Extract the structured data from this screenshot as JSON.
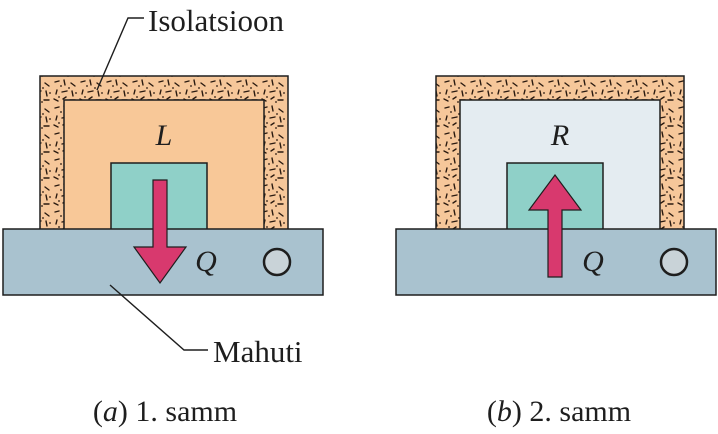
{
  "labels": {
    "insulation": "Isolatsioon",
    "reservoir": "Mahuti"
  },
  "panel_a": {
    "body_letter": "L",
    "heat_letter": "Q",
    "arrow_direction": "down",
    "caption_letter": "a",
    "caption_text": "1. samm"
  },
  "panel_b": {
    "body_letter": "R",
    "heat_letter": "Q",
    "arrow_direction": "up",
    "caption_letter": "b",
    "caption_text": "2. samm"
  },
  "colors": {
    "insulation_fill": "#F6C79A",
    "insulation_speckle": "#2A1A10",
    "chamber_warm": "#F8C898",
    "chamber_cool": "#E4ECF1",
    "block": "#8FD0C8",
    "reservoir": "#A9C2CF",
    "arrow": "#D8396E",
    "knob": "#C9D3D8",
    "outline": "#1E1E1E"
  }
}
